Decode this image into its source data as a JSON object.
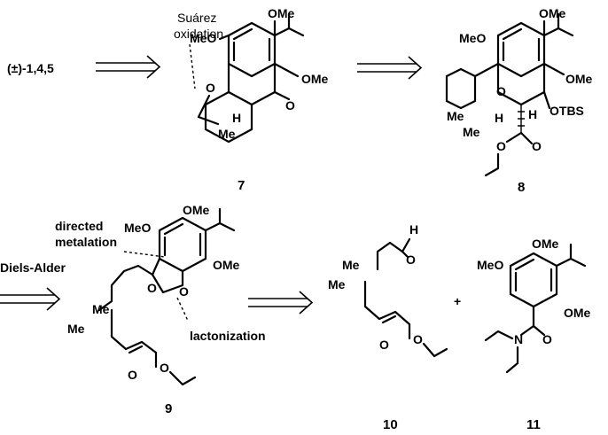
{
  "scheme": {
    "start_label": "(±)-1,4,5",
    "compounds": {
      "c7": {
        "number": "7",
        "annotation": [
          "Suárez",
          "oxidation"
        ],
        "groups": {
          "ome1": "OMe",
          "ome2": "MeO",
          "ome3": "OMe",
          "o_bridge": "O",
          "o_ketone": "O",
          "h": "H",
          "me": "Me"
        }
      },
      "c8": {
        "number": "8",
        "groups": {
          "ome1": "OMe",
          "ome2": "MeO",
          "ome3": "OMe",
          "o_bridge": "O",
          "otbs": "OTBS",
          "h1": "H",
          "h2": "H",
          "me1": "Me",
          "me2": "Me",
          "o1": "O",
          "o2": "O"
        }
      },
      "c9": {
        "number": "9",
        "annotations": {
          "directed": [
            "directed",
            "metalation"
          ],
          "lactonization": "lactonization",
          "reaction": "Diels-Alder"
        },
        "groups": {
          "ome1": "OMe",
          "ome2": "MeO",
          "ome3": "OMe",
          "o1": "O",
          "o2": "O",
          "o3": "O",
          "o4": "O",
          "me1": "Me",
          "me2": "Me"
        }
      },
      "c10": {
        "number": "10",
        "groups": {
          "h": "H",
          "o_ald": "O",
          "me1": "Me",
          "me2": "Me",
          "o1": "O",
          "o2": "O"
        }
      },
      "c11": {
        "number": "11",
        "groups": {
          "ome1": "OMe",
          "ome2": "MeO",
          "ome3": "OMe",
          "o": "O",
          "n": "N"
        }
      }
    },
    "plus": "+"
  }
}
